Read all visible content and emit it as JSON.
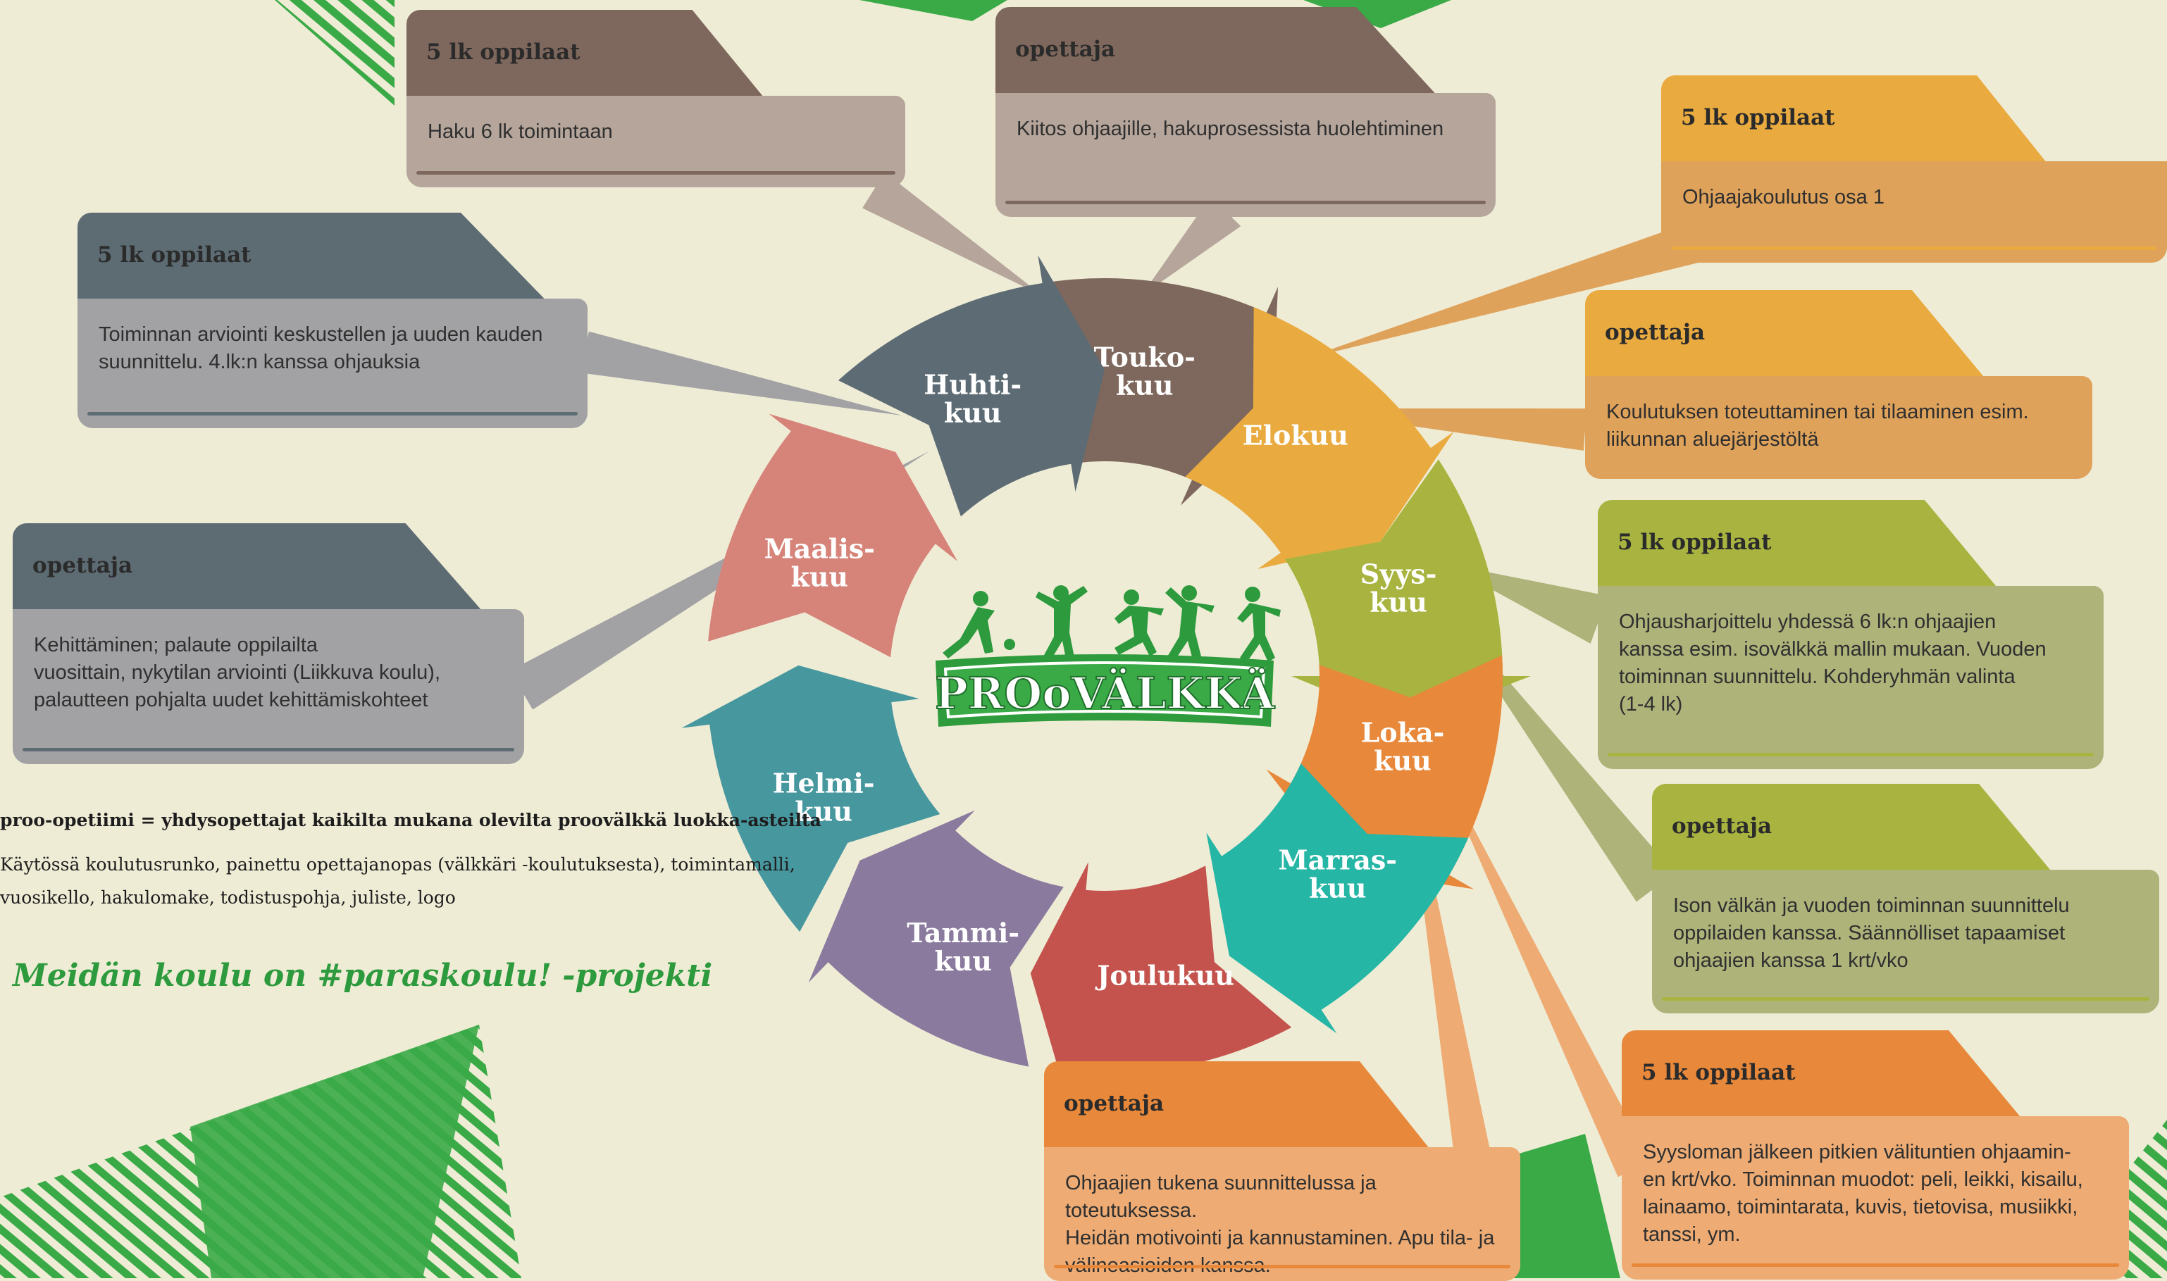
{
  "colors": {
    "background": "#efecd6",
    "green_accent": "#3aaa47",
    "brown": "#7e675c",
    "brown_light": "#b5a59b",
    "slate": "#5d6b72",
    "slate_light": "#a2a2a4",
    "yellow": "#e9ab3f",
    "yellow_light": "#dfa25a",
    "olive": "#a8b43f",
    "olive_light": "#aeb37a",
    "orange": "#e8883a",
    "orange_light": "#eeac74"
  },
  "cycle": {
    "months": [
      {
        "label": "Touko-\nkuu",
        "color": "#7e675c"
      },
      {
        "label": "Elokuu",
        "color": "#e9ab3f"
      },
      {
        "label": "Syys-\nkuu",
        "color": "#a8b43f"
      },
      {
        "label": "Loka-\nkuu",
        "color": "#e8883a"
      },
      {
        "label": "Marras-\nkuu",
        "color": "#26b6a5"
      },
      {
        "label": "Joulukuu",
        "color": "#c4534d"
      },
      {
        "label": "Tammi-\nkuu",
        "color": "#8a7a9e"
      },
      {
        "label": "Helmi-\nkuu",
        "color": "#47979f"
      },
      {
        "label": "Maalis-\nkuu",
        "color": "#d6847a"
      },
      {
        "label": "Huhti-\nkuu",
        "color": "#5c6b74"
      }
    ]
  },
  "logo": {
    "text": "PROoVÄLKKÄ"
  },
  "callouts": [
    {
      "header": "5 lk oppilaat",
      "text": "Haku 6 lk toimintaan",
      "theme": "brown"
    },
    {
      "header": "opettaja",
      "text": "Kiitos ohjaajille, hakuprosessista huolehtiminen",
      "theme": "brown"
    },
    {
      "header": "5 lk oppilaat",
      "text": "Toiminnan arviointi keskustellen ja uuden kauden\nsuunnittelu. 4.lk:n kanssa ohjauksia",
      "theme": "slate"
    },
    {
      "header": "opettaja",
      "text": "Kehittäminen; palaute oppilailta\nvuosittain, nykytilan arviointi (Liikkuva koulu),\npalautteen pohjalta uudet kehittämiskohteet",
      "theme": "slate"
    },
    {
      "header": "5 lk oppilaat",
      "text": "Ohjaajakoulutus osa 1",
      "theme": "yellow"
    },
    {
      "header": "opettaja",
      "text": "Koulutuksen toteuttaminen tai tilaaminen esim.\nliikunnan aluejärjestöltä",
      "theme": "yellow"
    },
    {
      "header": "5 lk oppilaat",
      "text": "Ohjausharjoittelu yhdessä 6 lk:n ohjaajien\nkanssa esim. isovälkkä mallin mukaan. Vuoden\ntoiminnan suunnittelu. Kohderyhmän valinta\n(1-4 lk)",
      "theme": "olive"
    },
    {
      "header": "opettaja",
      "text": "Ison välkän ja vuoden toiminnan suunnittelu\noppilaiden kanssa. Säännölliset tapaamiset\nohjaajien kanssa 1 krt/vko",
      "theme": "olive"
    },
    {
      "header": "opettaja",
      "text": "Ohjaajien tukena suunnittelussa ja toteutuksessa.\nHeidän motivointi ja kannustaminen. Apu tila- ja\nvälineasioiden kanssa.",
      "theme": "orange"
    },
    {
      "header": "5 lk oppilaat",
      "text": "Syysloman jälkeen pitkien välituntien ohjaamin-\nen krt/vko. Toiminnan muodot: peli, leikki, kisailu,\nlainaamo, toimintarata, kuvis, tietovisa, musiikki,\ntanssi, ym.",
      "theme": "orange"
    }
  ],
  "notes": {
    "line1": "proo-opetiimi = yhdysopettajat kaikilta mukana olevilta proovälkkä luokka-asteilta",
    "line2": "Käytössä koulutusrunko, painettu opettajanopas (välkkäri -koulutuksesta), toimintamalli,",
    "line3": "vuosikello, hakulomake, todistuspohja, juliste, logo",
    "project": "Meidän koulu on #paraskoulu! -projekti"
  }
}
